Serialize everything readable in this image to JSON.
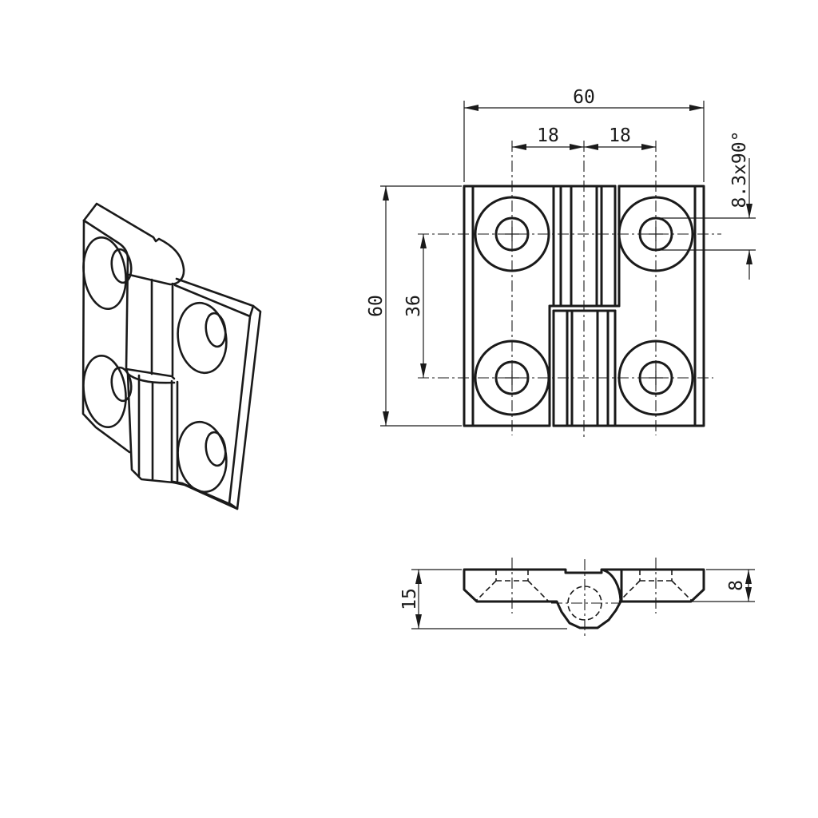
{
  "drawing": {
    "background_color": "#ffffff",
    "line_color": "#1a1a1a",
    "front_view": {
      "dims": {
        "width": "60",
        "hole_offset_left": "18",
        "hole_offset_right": "18",
        "countersink": "8.3x90°",
        "height": "60",
        "hole_spacing_vertical": "36"
      }
    },
    "side_view": {
      "dims": {
        "overall_height": "15",
        "leaf_thickness": "8"
      }
    }
  }
}
